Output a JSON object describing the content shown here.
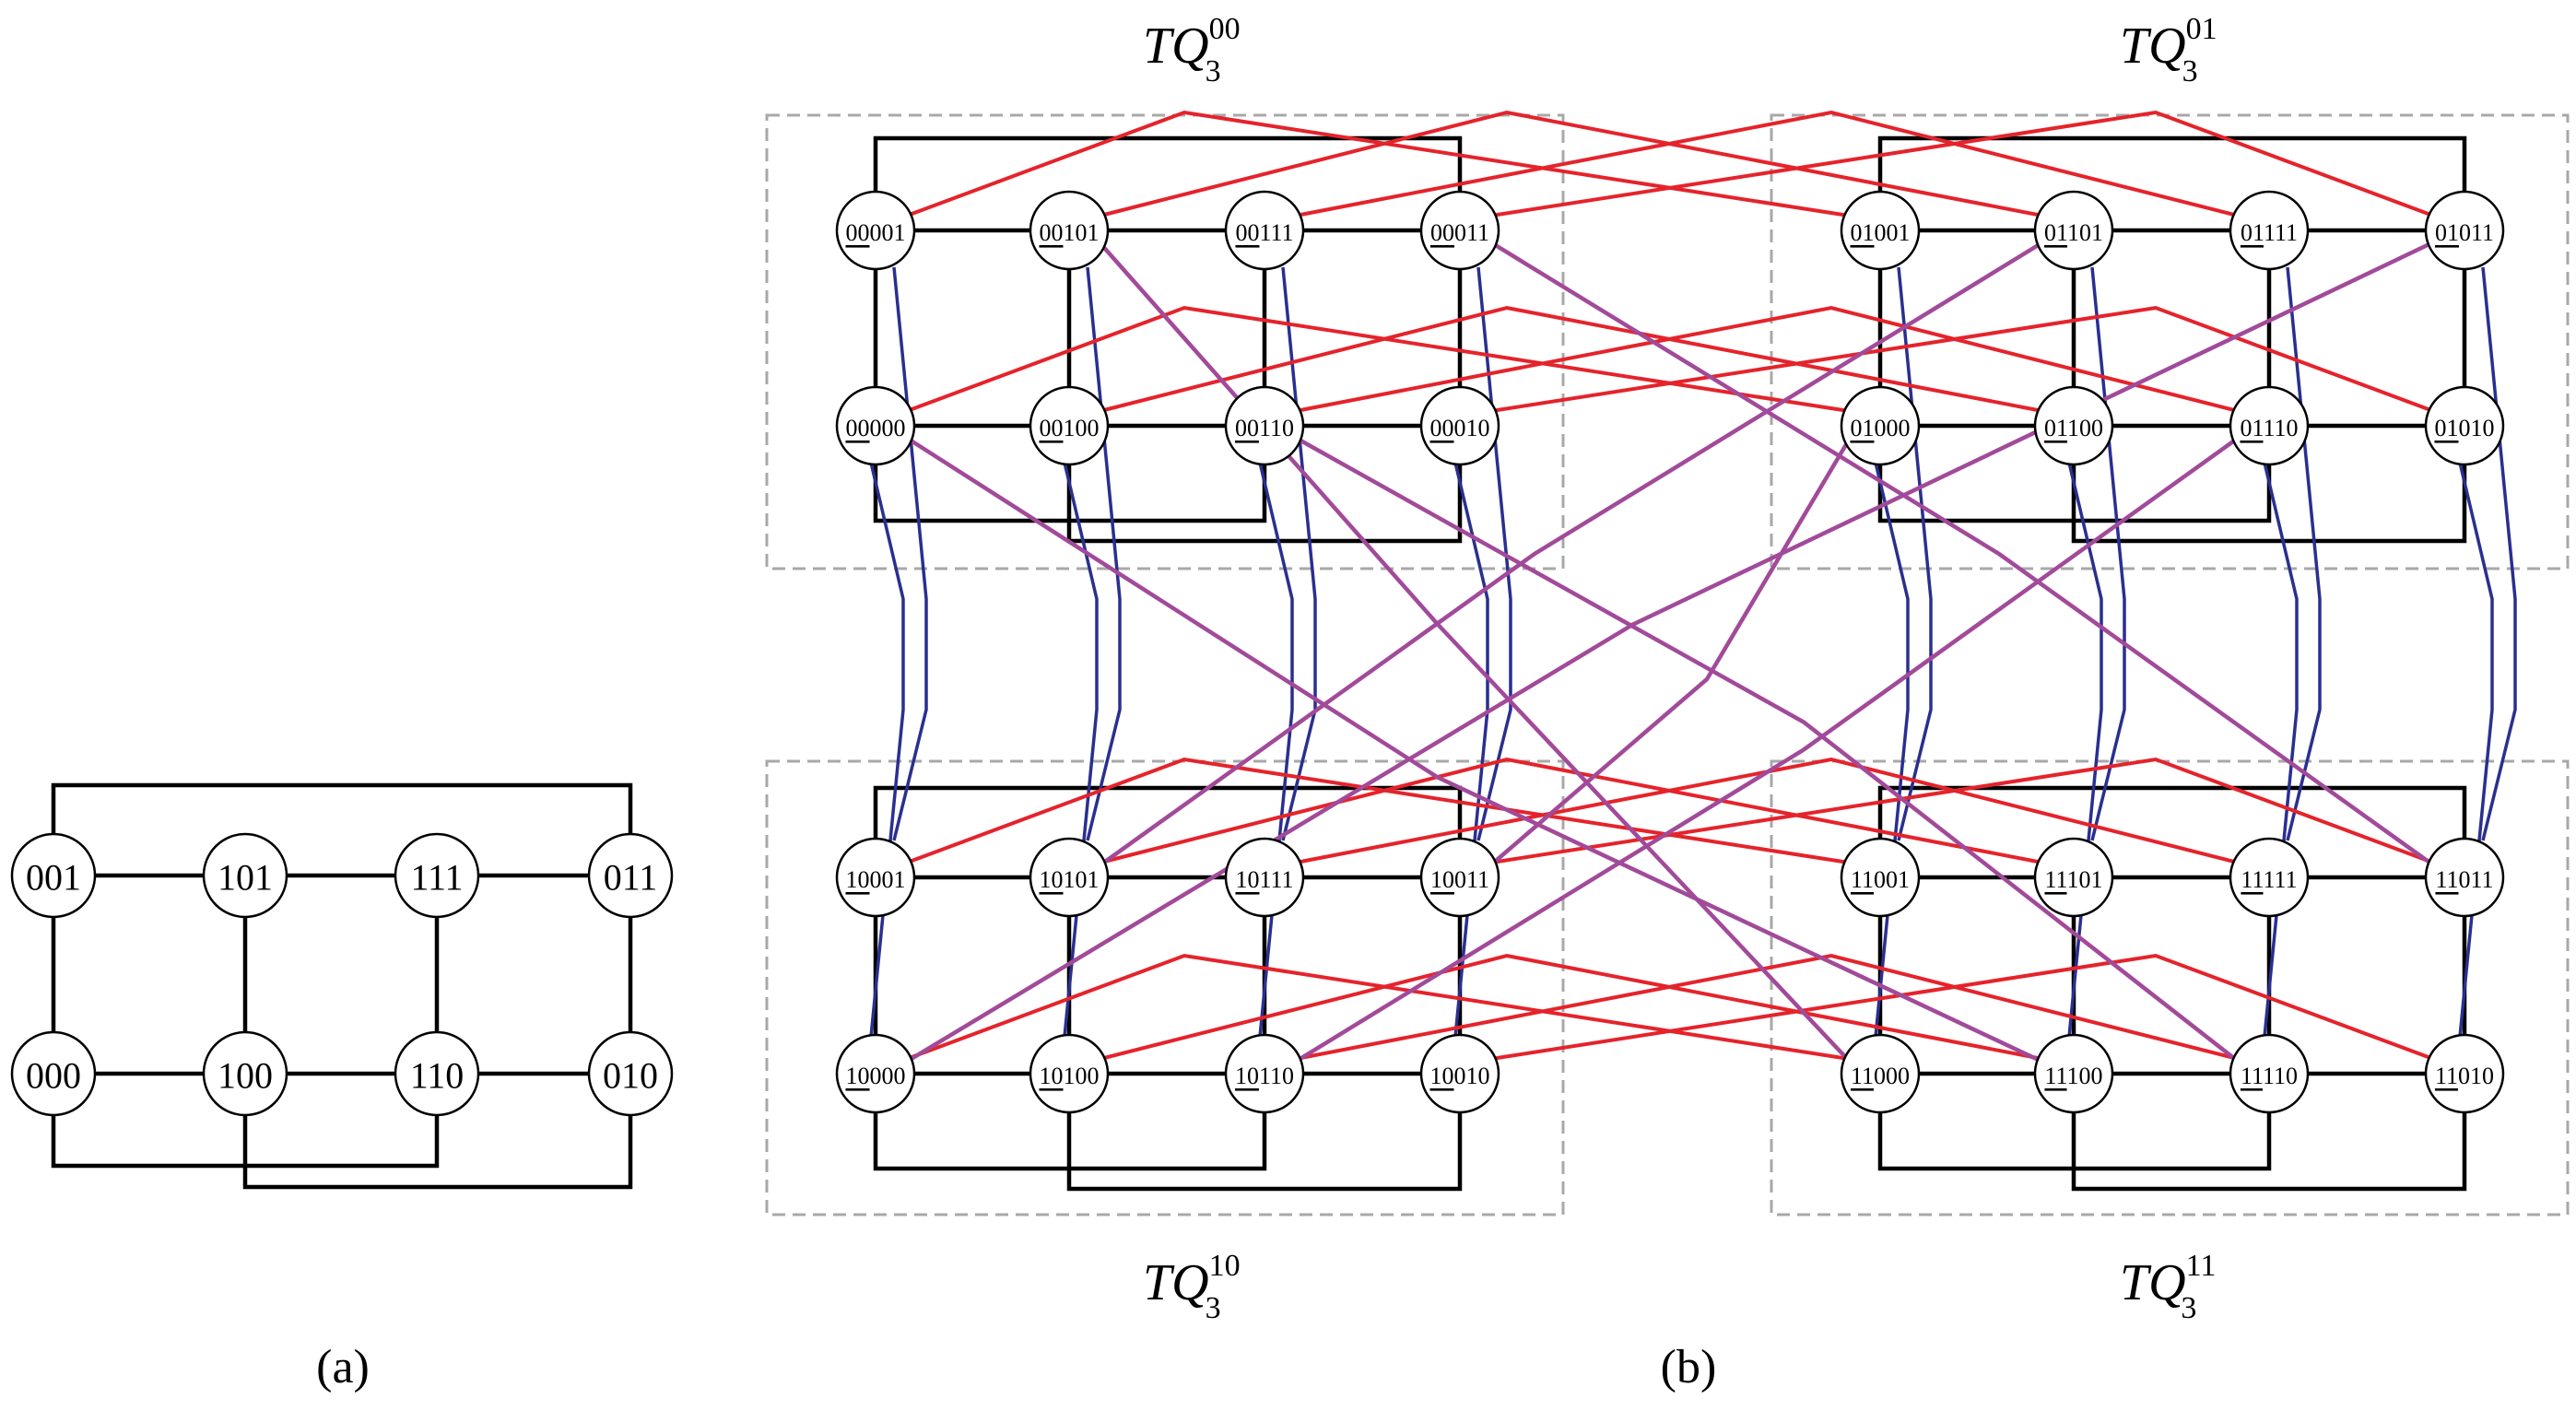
{
  "panel_a": {
    "caption": "(a)",
    "nodes": [
      {
        "id": "001",
        "label": "001"
      },
      {
        "id": "101",
        "label": "101"
      },
      {
        "id": "111",
        "label": "111"
      },
      {
        "id": "011",
        "label": "011"
      },
      {
        "id": "000",
        "label": "000"
      },
      {
        "id": "100",
        "label": "100"
      },
      {
        "id": "110",
        "label": "110"
      },
      {
        "id": "010",
        "label": "010"
      }
    ]
  },
  "panel_b": {
    "caption": "(b)",
    "subcubes": [
      {
        "id": "00",
        "title": "TQ",
        "sub": "3",
        "sup": "00",
        "prefix": "00"
      },
      {
        "id": "01",
        "title": "TQ",
        "sub": "3",
        "sup": "01",
        "prefix": "01"
      },
      {
        "id": "10",
        "title": "TQ",
        "sub": "3",
        "sup": "10",
        "prefix": "10"
      },
      {
        "id": "11",
        "title": "TQ",
        "sub": "3",
        "sup": "11",
        "prefix": "11"
      }
    ],
    "suffix_top": [
      "001",
      "101",
      "111",
      "011"
    ],
    "suffix_bottom": [
      "000",
      "100",
      "110",
      "010"
    ]
  },
  "colors": {
    "black_edge": "#000000",
    "red_edge": "#e5232b",
    "blue_edge": "#2a2f8f",
    "purple_edge": "#a24a9a",
    "dash_box": "#a8a8a8"
  }
}
